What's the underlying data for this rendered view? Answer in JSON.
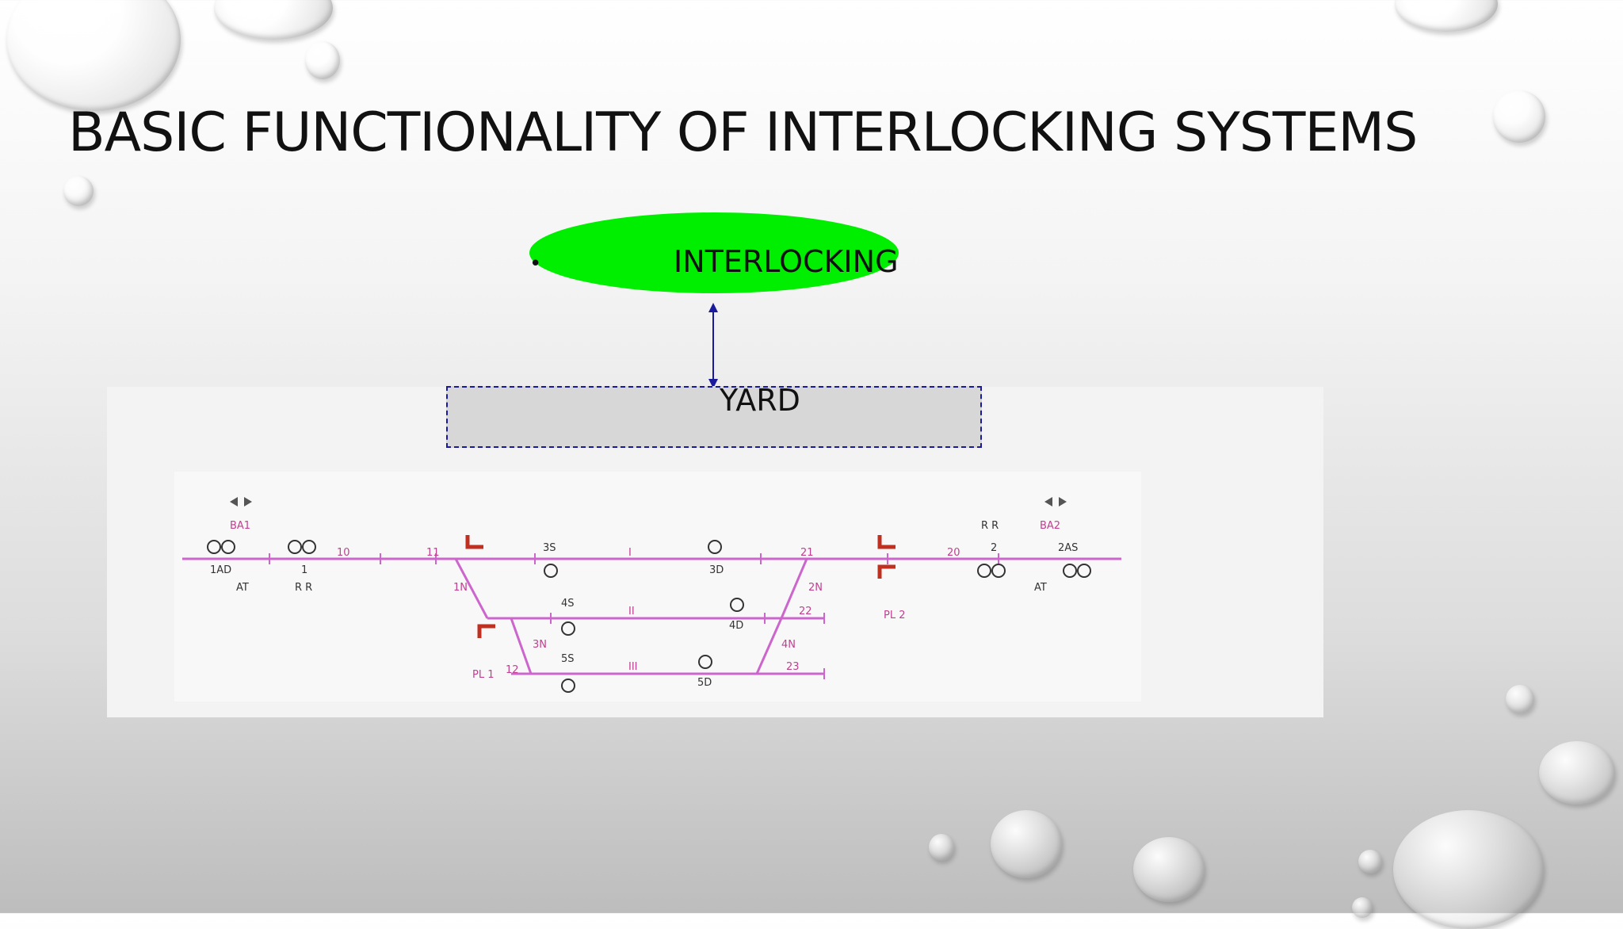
{
  "slide": {
    "title": "BASIC FUNCTIONALITY OF INTERLOCKING SYSTEMS",
    "bullet": "•",
    "interlocking_label": "INTERLOCKING",
    "yard_label": "YARD"
  },
  "colors": {
    "ellipse": "#00ee00",
    "track": "#cc66cc",
    "arrow": "#1a1a9c"
  },
  "track_labels": {
    "ba1": "BA1",
    "ad1": "1AD",
    "at_left": "AT",
    "rr_left": "R R",
    "one": "1",
    "t10": "10",
    "t11": "11",
    "s3": "3S",
    "roman1": "I",
    "d3": "3D",
    "t21": "21",
    "t20": "20",
    "rr_right": "R R",
    "two": "2",
    "ba2": "BA2",
    "as2": "2AS",
    "at_right": "AT",
    "n1": "1N",
    "n2": "2N",
    "s4": "4S",
    "roman2": "II",
    "d4": "4D",
    "t22": "22",
    "pl2": "PL 2",
    "n3": "3N",
    "n4": "4N",
    "s5": "5S",
    "roman3": "III",
    "pl1": "PL 1",
    "t12": "12",
    "d5": "5D",
    "t23": "23"
  }
}
